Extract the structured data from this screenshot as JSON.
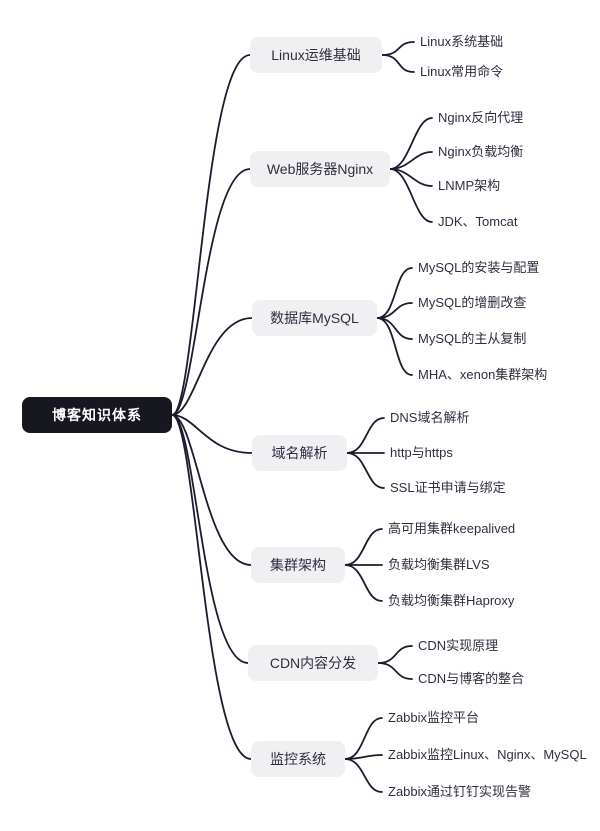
{
  "root": {
    "label": "博客知识体系"
  },
  "branches": [
    {
      "label": "Linux运维基础",
      "children": [
        "Linux系统基础",
        "Linux常用命令"
      ]
    },
    {
      "label": "Web服务器Nginx",
      "children": [
        "Nginx反向代理",
        "Nginx负载均衡",
        "LNMP架构",
        "JDK、Tomcat"
      ]
    },
    {
      "label": "数据库MySQL",
      "children": [
        "MySQL的安装与配置",
        "MySQL的增删改查",
        "MySQL的主从复制",
        "MHA、xenon集群架构"
      ]
    },
    {
      "label": "域名解析",
      "children": [
        "DNS域名解析",
        "http与https",
        "SSL证书申请与绑定"
      ]
    },
    {
      "label": "集群架构",
      "children": [
        "高可用集群keepalived",
        "负载均衡集群LVS",
        "负载均衡集群Haproxy"
      ]
    },
    {
      "label": "CDN内容分发",
      "children": [
        "CDN实现原理",
        "CDN与博客的整合"
      ]
    },
    {
      "label": "监控系统",
      "children": [
        "Zabbix监控平台",
        "Zabbix监控Linux、Nginx、MySQL",
        "Zabbix通过钉钉实现告警"
      ]
    }
  ],
  "colors": {
    "canvas_bg": "#ffffff",
    "root_bg": "#17171f",
    "root_text": "#ffffff",
    "branch_bg": "#f0f0f2",
    "branch_text": "#2e2e40",
    "leaf_text": "#2e2e40",
    "line": "#1c1c2e"
  }
}
